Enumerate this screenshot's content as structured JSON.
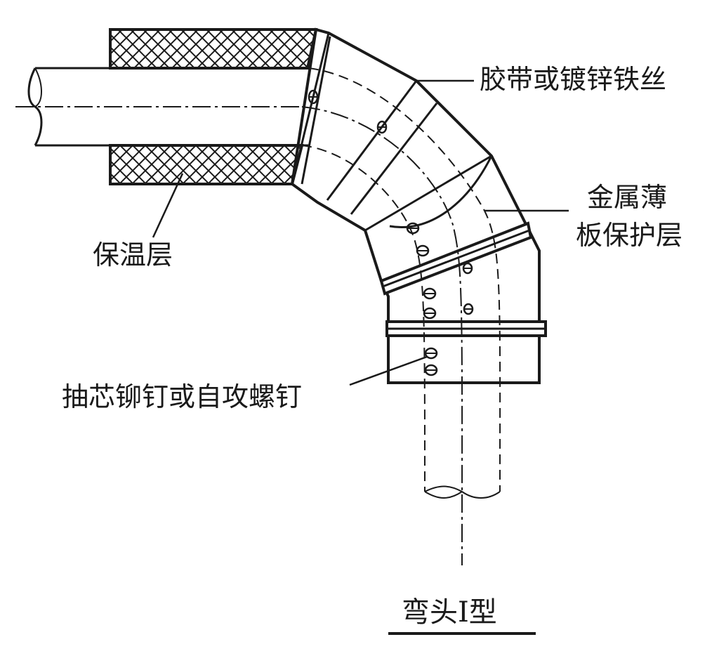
{
  "figure": {
    "caption": "弯头Ⅰ型",
    "labels": {
      "tape": "胶带或镀锌铁丝",
      "sheet_line1": "金属薄",
      "sheet_line2": "板保护层",
      "insulation": "保温层",
      "rivet": "抽芯铆钉或自攻螺钉"
    }
  }
}
